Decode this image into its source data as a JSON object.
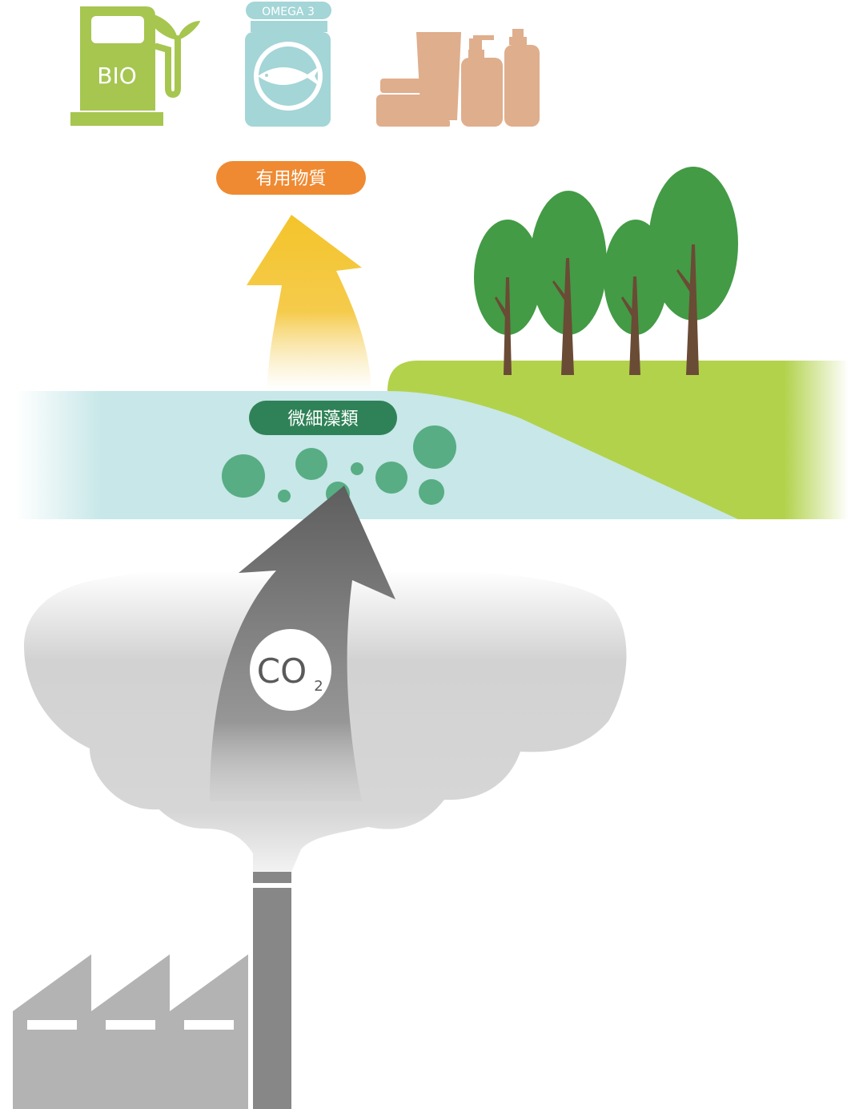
{
  "icons": {
    "bio_fuel_label": "BIO",
    "omega_label": "OMEGA 3",
    "cosmetics_icon": "cosmetics-bottles-icon"
  },
  "labels": {
    "useful_substances": "有用物質",
    "microalgae": "微細藻類",
    "co2_main": "CO",
    "co2_sub": "2"
  },
  "colors": {
    "bio_green": "#a6c650",
    "omega_teal": "#a4d5d7",
    "cosmetic_tan": "#dfae8d",
    "label_orange": "#ef8a32",
    "label_green": "#2f8257",
    "water": "#c7e7e8",
    "land": "#b2d24b",
    "tree_green": "#439b45",
    "trunk_brown": "#6a4b35",
    "algae_green": "#58ad84",
    "arrow_yellow": "#f4c531",
    "arrow_gray": "#6c6c6c",
    "smoke_gray": "#d2d2d2",
    "factory_gray": "#b3b3b3",
    "chimney_gray": "#878787"
  }
}
